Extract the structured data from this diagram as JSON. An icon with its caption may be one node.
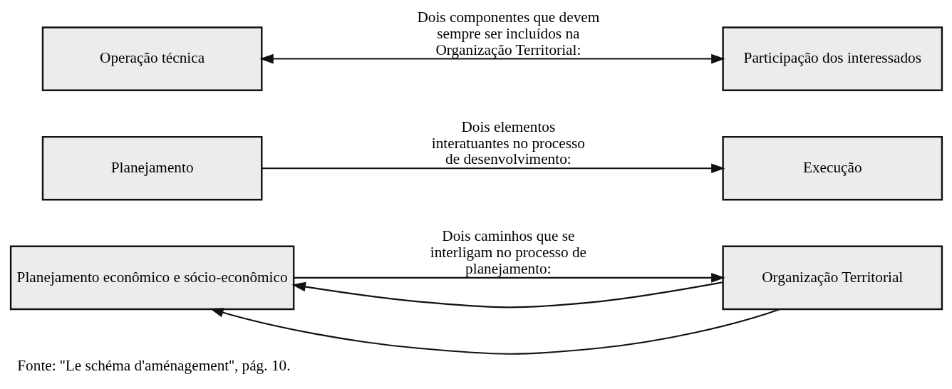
{
  "diagram": {
    "caption": "Fonte: ''Le schéma d'aménagement'', pág. 10.",
    "nodes": [
      {
        "text": [
          "Planejamento econômico e sócio-econômico"
        ]
      },
      {
        "text": [
          "Organização Territorial"
        ]
      },
      {
        "text": [
          "Planejamento"
        ]
      },
      {
        "text": [
          "Execução"
        ]
      },
      {
        "text": [
          "Operação técnica"
        ]
      },
      {
        "text": [
          "Participação dos interessados"
        ]
      }
    ],
    "edges": [
      {
        "from": 1,
        "to": 0,
        "arrow": "to"
      },
      {
        "from": 0,
        "to": 1,
        "arrow": "to",
        "label": "Dois caminhos que se interligam no processo de planejamento:"
      },
      {
        "from": 1,
        "to": 0,
        "arrow": "to"
      },
      {
        "from": 2,
        "to": 3,
        "arrow": "to",
        "label": "Dois elementos interatuantes no processo de desenvolvimento:"
      },
      {
        "from": 4,
        "to": 5,
        "arrow": "both",
        "label": "Dois componentes que devem sempre ser incluídos na Organização Territorial:"
      }
    ]
  }
}
